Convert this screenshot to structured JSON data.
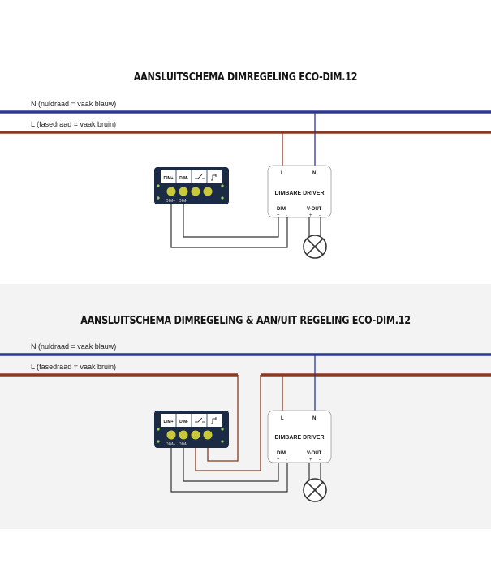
{
  "diagrams": [
    {
      "title": "AANSLUITSCHEMA DIMREGELING ECO-DIM.12",
      "neutral_label": "N (nuldraad = vaak blauw)",
      "live_label": "L (fasedraad = vaak bruin)",
      "driver": {
        "name": "DIMBARE DRIVER",
        "terminal_l": "L",
        "terminal_n": "N",
        "terminal_dim": "DIM",
        "terminal_vout": "V-OUT",
        "plus": "+",
        "minus": "-"
      },
      "dimmer": {
        "terminals": [
          "DIM+",
          "DIM-",
          "",
          ""
        ],
        "screen_labels": [
          "DIM+",
          "DIM-"
        ]
      }
    },
    {
      "title": "AANSLUITSCHEMA DIMREGELING & AAN/UIT REGELING ECO-DIM.12",
      "neutral_label": "N (nuldraad = vaak blauw)",
      "live_label": "L (fasedraad = vaak bruin)",
      "driver": {
        "name": "DIMBARE DRIVER",
        "terminal_l": "L",
        "terminal_n": "N",
        "terminal_dim": "DIM",
        "terminal_vout": "V-OUT",
        "plus": "+",
        "minus": "-"
      },
      "dimmer": {
        "terminals": [
          "DIM+",
          "DIM-",
          "",
          ""
        ],
        "screen_labels": [
          "DIM+",
          "DIM-"
        ]
      }
    }
  ],
  "colors": {
    "neutral_wire": "#2b3990",
    "live_wire": "#8b3a1f",
    "signal_wire": "#333333",
    "dimmer_body": "#1b2a45",
    "terminal": "#c9c73a",
    "lamp": "#333333"
  }
}
